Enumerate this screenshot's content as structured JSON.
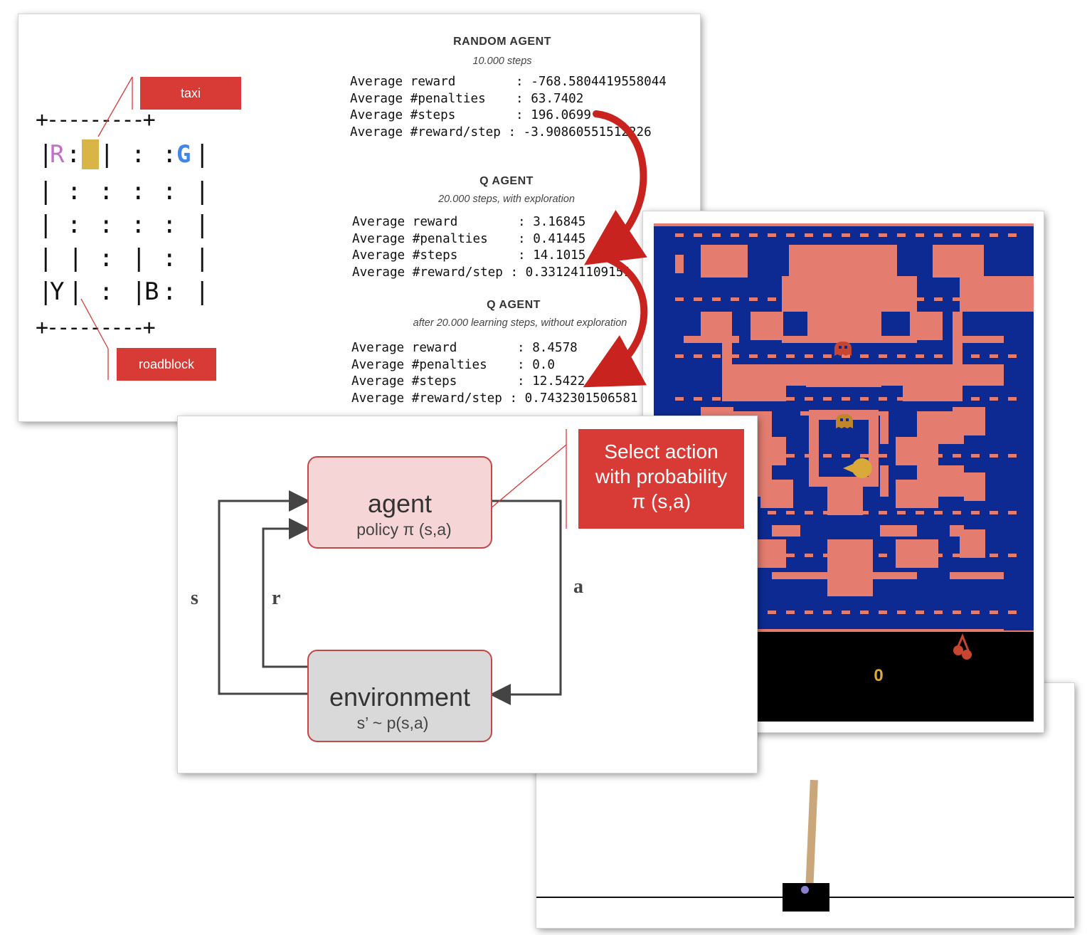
{
  "taxi_panel": {
    "taxi_label": "taxi",
    "roadblock_label": "roadblock",
    "grid_border": "+---------+",
    "cells": {
      "r": "R",
      "colon": ":",
      "g": "G",
      "y": "Y",
      "b": "B",
      "bar": "|"
    },
    "colors": {
      "R": "#c36ec8",
      "G": "#3f86e8",
      "taxi": "#d9b447",
      "label_bg": "#d83a35"
    },
    "sections": [
      {
        "title": "RANDOM AGENT",
        "subtitle": "10.000 steps",
        "rows": [
          "Average reward        : -768.5804419558044",
          "Average #penalties    : 63.7402",
          "Average #steps        : 196.0699",
          "Average #reward/step : -3.9086055151",
          "2226"
        ]
      },
      {
        "title": "Q AGENT",
        "subtitle": "20.000 steps, with exploration",
        "rows": [
          "Average reward        : 3.16845",
          "Average #penalties    : 0.41445",
          "Average #steps        : 14.1015",
          "Average #reward/step : 0.3312411091",
          "51"
        ]
      },
      {
        "title": "Q AGENT",
        "subtitle": "after 20.000 learning steps, without exploration",
        "rows": [
          "Average reward        : 8.4578",
          "Average #penalties    : 0.0",
          "Average #steps        : 12.5422",
          "Average #reward/step : 0.7432301506581"
        ]
      }
    ]
  },
  "rl_diagram": {
    "agent_title": "agent",
    "agent_policy": "policy π (s,a)",
    "environment_title": "environment",
    "environment_transition": "s’ ~ p(s,a)",
    "state_label": "s",
    "reward_label": "r",
    "action_label": "a",
    "callout": [
      "Select action",
      "with probability",
      "π (s,a)"
    ]
  },
  "pacman": {
    "colors": {
      "wall": "#e47c70",
      "corridor": "#0c2a91",
      "hud": "#000000",
      "ghost_red": "#c8462f",
      "ghost_orange": "#c0862b",
      "pacman": "#d9a93a"
    },
    "score": "0"
  },
  "cartpole": {
    "colors": {
      "pole": "#caa77a",
      "cart": "#000000",
      "axle": "#8c7fd1"
    }
  },
  "arrow_color": "#c8231e"
}
